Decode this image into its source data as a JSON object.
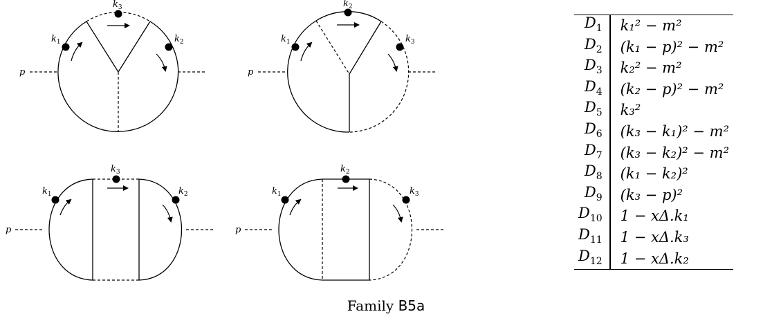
{
  "diagrams": [
    {
      "id": "top-left",
      "labels": {
        "external": "p",
        "dot_left": "k1",
        "dot_top": "k3",
        "dot_right": "k2"
      }
    },
    {
      "id": "top-right",
      "labels": {
        "external": "p",
        "dot_left": "k1",
        "dot_top": "k2",
        "dot_right": "k3"
      }
    },
    {
      "id": "bottom-left",
      "labels": {
        "external": "p",
        "dot_left": "k1",
        "dot_top": "k3",
        "dot_right": "k2"
      }
    },
    {
      "id": "bottom-right",
      "labels": {
        "external": "p",
        "dot_left": "k1",
        "dot_top": "k2",
        "dot_right": "k3"
      }
    }
  ],
  "propagators": [
    {
      "name": "D1",
      "expr": "k₁² − m²"
    },
    {
      "name": "D2",
      "expr": "(k₁ − p)² − m²"
    },
    {
      "name": "D3",
      "expr": "k₂² − m²"
    },
    {
      "name": "D4",
      "expr": "(k₂ − p)² − m²"
    },
    {
      "name": "D5",
      "expr": "k₃²"
    },
    {
      "name": "D6",
      "expr": "(k₃ − k₁)² − m²"
    },
    {
      "name": "D7",
      "expr": "(k₃ − k₂)² − m²"
    },
    {
      "name": "D8",
      "expr": "(k₁ − k₂)²"
    },
    {
      "name": "D9",
      "expr": "(k₃ − p)²"
    },
    {
      "name": "D10",
      "expr": "1 − xΔ.k₁"
    },
    {
      "name": "D11",
      "expr": "1 − xΔ.k₃"
    },
    {
      "name": "D12",
      "expr": "1 − xΔ.k₂"
    }
  ],
  "caption": {
    "prefix": "Family",
    "family": "B5a"
  }
}
